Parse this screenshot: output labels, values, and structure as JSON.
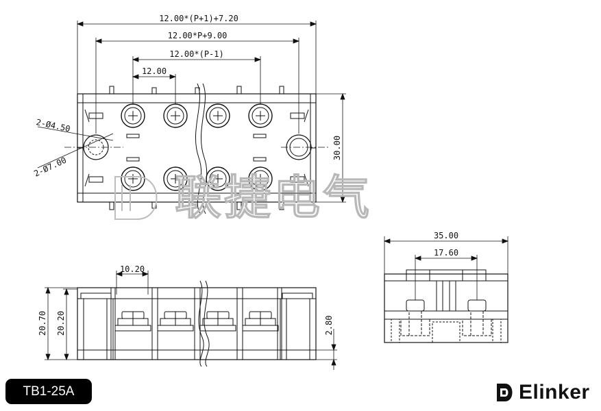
{
  "top_view": {
    "dims": {
      "overall": "12.00*(P+1)+7.20",
      "mount": "12.00*P+9.00",
      "terminal_span": "12.00*(P-1)",
      "pitch": "12.00",
      "height": "30.00",
      "hole_small": "2-Ø4.50",
      "hole_large": "2-Ø7.00"
    }
  },
  "front_view": {
    "dims": {
      "pitch": "10.20",
      "height_outer": "20.70",
      "height_inner": "20.20",
      "base": "2.80"
    }
  },
  "side_view": {
    "dims": {
      "width": "35.00",
      "screw_span": "17.60"
    }
  },
  "watermark": "联捷电气",
  "model_label": "TB1-25A",
  "brand": {
    "name": "Elinker",
    "logo_icon": "elinker-logo-icon"
  }
}
